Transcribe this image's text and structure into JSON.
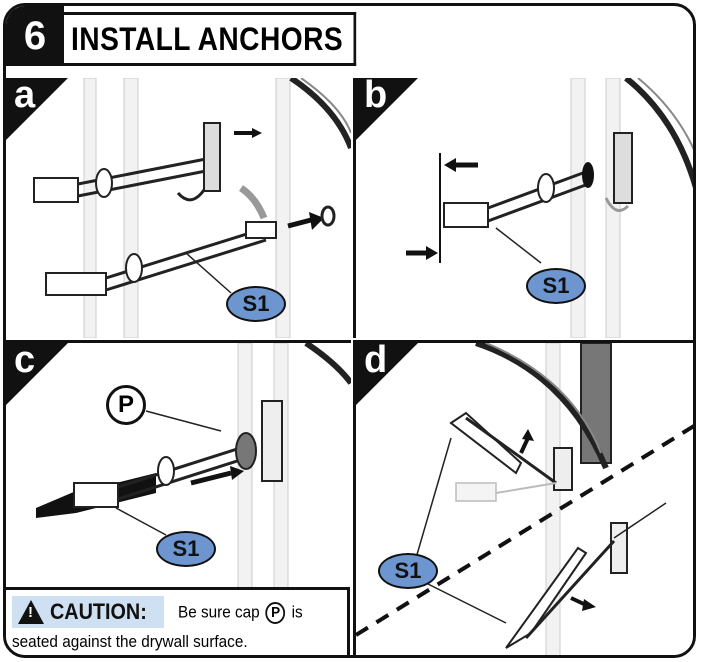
{
  "step": {
    "number": "6",
    "title": "INSTALL ANCHORS"
  },
  "panels": [
    {
      "id": "a",
      "label": "a",
      "callout": "S1"
    },
    {
      "id": "b",
      "label": "b",
      "callout": "S1"
    },
    {
      "id": "c",
      "label": "c",
      "callout": "S1",
      "part": "P"
    },
    {
      "id": "d",
      "label": "d",
      "callout": "S1"
    }
  ],
  "caution": {
    "heading": "CAUTION:",
    "line1_pre": "Be sure cap",
    "cap": "P",
    "line1_post": "is",
    "line2": "seated against the drywall surface."
  },
  "colors": {
    "callout": "#6d95cf",
    "caution_bg": "#cfe0f2",
    "ink": "#111111"
  }
}
